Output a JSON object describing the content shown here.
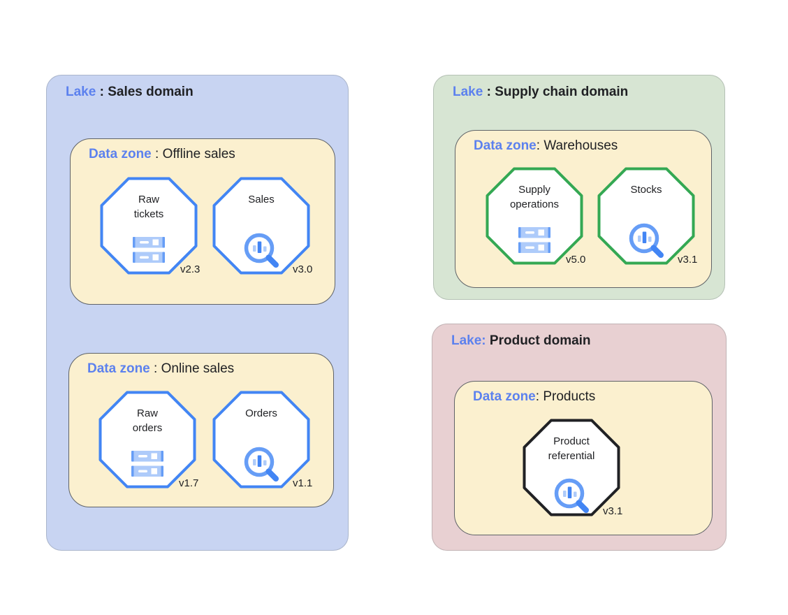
{
  "lakes": [
    {
      "prefix": "Lake",
      "separator": " : ",
      "name": "Sales domain",
      "zones": [
        {
          "prefix": "Data zone",
          "separator": " : ",
          "name": "Offline sales",
          "entities": [
            {
              "line1": "Raw",
              "line2": "tickets",
              "version": "v2.3",
              "icon": "storage-icon"
            },
            {
              "line1": "Sales",
              "line2": "",
              "version": "v3.0",
              "icon": "search-analytics-icon"
            }
          ]
        },
        {
          "prefix": "Data zone",
          "separator": " : ",
          "name": "Online sales",
          "entities": [
            {
              "line1": "Raw",
              "line2": "orders",
              "version": "v1.7",
              "icon": "storage-icon"
            },
            {
              "line1": "Orders",
              "line2": "",
              "version": "v1.1",
              "icon": "search-analytics-icon"
            }
          ]
        }
      ]
    },
    {
      "prefix": "Lake",
      "separator": " : ",
      "name": "Supply chain domain",
      "zones": [
        {
          "prefix": "Data zone",
          "separator": ": ",
          "name": "Warehouses",
          "entities": [
            {
              "line1": "Supply",
              "line2": "operations",
              "version": "v5.0",
              "icon": "storage-icon"
            },
            {
              "line1": "Stocks",
              "line2": "",
              "version": "v3.1",
              "icon": "search-analytics-icon"
            }
          ]
        }
      ]
    },
    {
      "prefix": "Lake:",
      "separator": " ",
      "name": "Product domain",
      "zones": [
        {
          "prefix": "Data zone",
          "separator": ": ",
          "name": "Products",
          "entities": [
            {
              "line1": "Product",
              "line2": "referential",
              "version": "v3.1",
              "icon": "search-analytics-icon"
            }
          ]
        }
      ]
    }
  ],
  "colors": {
    "page_bg": "#FFFFFF",
    "sales_lake_bg": "#C8D4F2",
    "supply_lake_bg": "#D7E5D3",
    "product_lake_bg": "#E8D0D2",
    "zone_bg": "#FBF0CF",
    "zone_border": "#5F6368",
    "header_blue": "#5C81EE",
    "text_dark": "#202124",
    "octagon_blue": "#4285F4",
    "octagon_green": "#34A853",
    "octagon_black": "#202124",
    "icon_light_blue": "#AECBFA",
    "icon_mid_blue": "#669DF6",
    "icon_dark_blue": "#4285F4"
  }
}
